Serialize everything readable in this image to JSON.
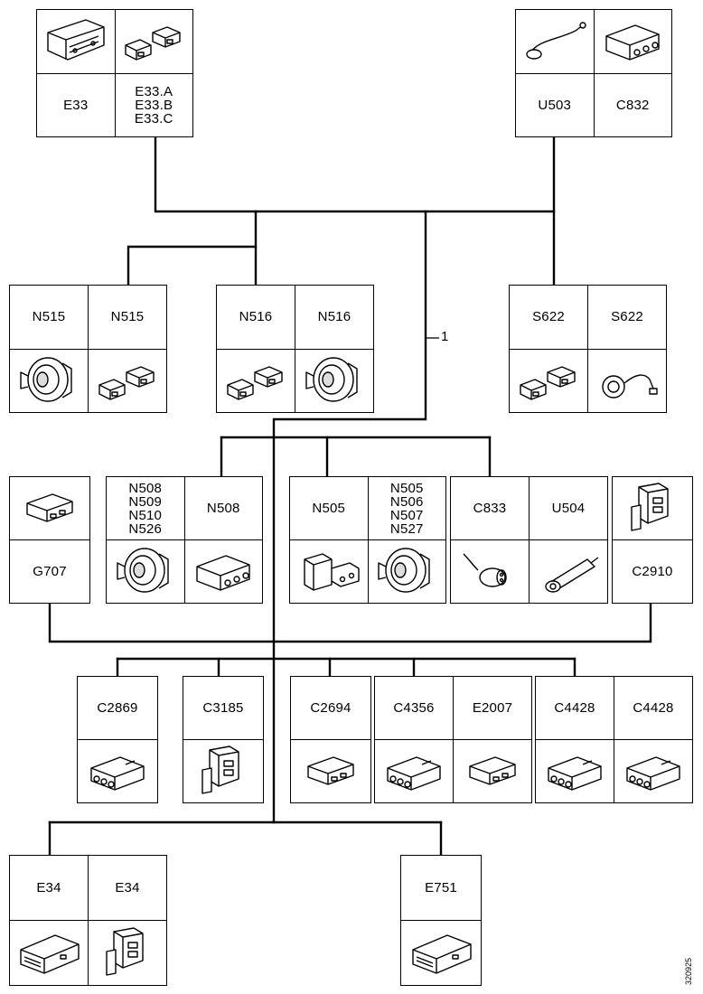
{
  "diagram": {
    "wire_label": "1",
    "drawing_number": "320925",
    "boxes": [
      {
        "id": "top-left",
        "components": [
          {
            "label": "E33",
            "image_pos": "top",
            "icon": "radio-unit-icon"
          },
          {
            "label": "E33.A\nE33.B\nE33.C",
            "image_pos": "top",
            "icon": "connector-pair-icon"
          }
        ]
      },
      {
        "id": "top-right",
        "components": [
          {
            "label": "U503",
            "image_pos": "top",
            "icon": "antenna-lead-icon"
          },
          {
            "label": "C832",
            "image_pos": "top",
            "icon": "connector-block-icon"
          }
        ]
      },
      {
        "id": "row2-a",
        "components": [
          {
            "label": "N515",
            "image_pos": "bottom",
            "icon": "speaker-icon"
          },
          {
            "label": "N515",
            "image_pos": "bottom",
            "icon": "connector-pair-icon"
          }
        ]
      },
      {
        "id": "row2-b",
        "components": [
          {
            "label": "N516",
            "image_pos": "bottom",
            "icon": "connector-pair-icon"
          },
          {
            "label": "N516",
            "image_pos": "bottom",
            "icon": "speaker-icon"
          }
        ]
      },
      {
        "id": "row2-c",
        "components": [
          {
            "label": "S622",
            "image_pos": "bottom",
            "icon": "connector-pair-icon"
          },
          {
            "label": "S622",
            "image_pos": "bottom",
            "icon": "microphone-lead-icon"
          }
        ]
      },
      {
        "id": "row3-a",
        "components": [
          {
            "label": "G707",
            "image_pos": "top",
            "icon": "connector-small-icon"
          }
        ]
      },
      {
        "id": "row3-b",
        "components": [
          {
            "label": "N508\nN509\nN510\nN526",
            "image_pos": "bottom",
            "icon": "speaker-icon"
          },
          {
            "label": "N508",
            "image_pos": "bottom",
            "icon": "connector-block-icon"
          }
        ]
      },
      {
        "id": "row3-c",
        "components": [
          {
            "label": "N505",
            "image_pos": "bottom",
            "icon": "connector-angled-icon"
          },
          {
            "label": "N505\nN506\nN507\nN527",
            "image_pos": "bottom",
            "icon": "speaker-icon"
          }
        ]
      },
      {
        "id": "row3-d",
        "components": [
          {
            "label": "C833",
            "image_pos": "bottom",
            "icon": "round-connector-icon"
          },
          {
            "label": "U504",
            "image_pos": "bottom",
            "icon": "antenna-amplifier-icon"
          }
        ]
      },
      {
        "id": "row3-e",
        "components": [
          {
            "label": "C2910",
            "image_pos": "top",
            "icon": "connector-vertical-icon"
          }
        ]
      },
      {
        "id": "row4-a",
        "components": [
          {
            "label": "C2869",
            "image_pos": "bottom",
            "icon": "connector-multi-icon"
          }
        ]
      },
      {
        "id": "row4-b",
        "components": [
          {
            "label": "C3185",
            "image_pos": "bottom",
            "icon": "connector-vertical-icon"
          }
        ]
      },
      {
        "id": "row4-c",
        "components": [
          {
            "label": "C2694",
            "image_pos": "bottom",
            "icon": "connector-small-icon"
          }
        ]
      },
      {
        "id": "row4-d",
        "components": [
          {
            "label": "C4356",
            "image_pos": "bottom",
            "icon": "connector-multi-icon"
          },
          {
            "label": "E2007",
            "image_pos": "bottom",
            "icon": "connector-small-icon"
          }
        ]
      },
      {
        "id": "row4-e",
        "components": [
          {
            "label": "C4428",
            "image_pos": "bottom",
            "icon": "connector-multi-icon"
          },
          {
            "label": "C4428",
            "image_pos": "bottom",
            "icon": "connector-multi-icon"
          }
        ]
      },
      {
        "id": "row5-a",
        "components": [
          {
            "label": "E34",
            "image_pos": "bottom",
            "icon": "module-box-icon"
          },
          {
            "label": "E34",
            "image_pos": "bottom",
            "icon": "connector-vertical-icon"
          }
        ]
      },
      {
        "id": "row5-b",
        "components": [
          {
            "label": "E751",
            "image_pos": "bottom",
            "icon": "module-box-icon"
          }
        ]
      }
    ]
  }
}
